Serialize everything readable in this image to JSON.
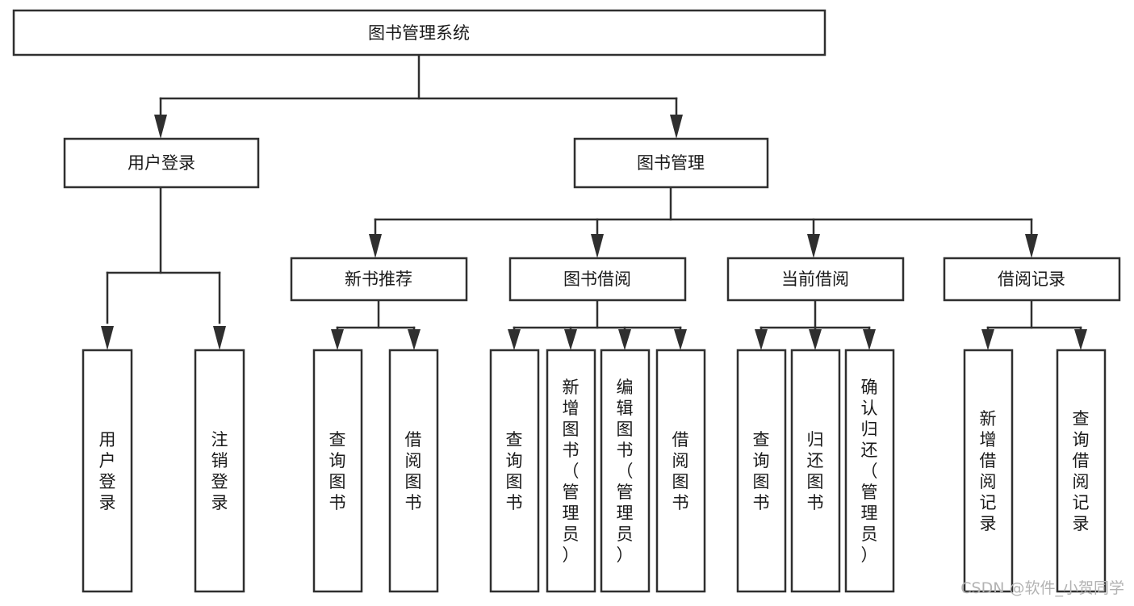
{
  "diagram": {
    "title": "图书管理系统",
    "type": "hierarchy-tree",
    "root": {
      "id": "root",
      "label": "图书管理系统"
    },
    "level1": [
      {
        "id": "user-login",
        "label": "用户登录"
      },
      {
        "id": "book-manage",
        "label": "图书管理"
      }
    ],
    "level2": [
      {
        "id": "new-book-recommend",
        "label": "新书推荐",
        "parent": "book-manage"
      },
      {
        "id": "book-borrow",
        "label": "图书借阅",
        "parent": "book-manage"
      },
      {
        "id": "current-borrow",
        "label": "当前借阅",
        "parent": "book-manage"
      },
      {
        "id": "borrow-record",
        "label": "借阅记录",
        "parent": "book-manage"
      }
    ],
    "leaves": [
      {
        "id": "leaf-user-login",
        "label": "用户登录",
        "parent": "user-login"
      },
      {
        "id": "leaf-logout",
        "label": "注销登录",
        "parent": "user-login"
      },
      {
        "id": "leaf-query-book-1",
        "label": "查询图书",
        "parent": "new-book-recommend"
      },
      {
        "id": "leaf-borrow-book-1",
        "label": "借阅图书",
        "parent": "new-book-recommend"
      },
      {
        "id": "leaf-query-book-2",
        "label": "查询图书",
        "parent": "book-borrow"
      },
      {
        "id": "leaf-add-book",
        "label": "新增图书（管理员）",
        "parent": "book-borrow"
      },
      {
        "id": "leaf-edit-book",
        "label": "编辑图书（管理员）",
        "parent": "book-borrow"
      },
      {
        "id": "leaf-borrow-book-2",
        "label": "借阅图书",
        "parent": "book-borrow"
      },
      {
        "id": "leaf-query-book-3",
        "label": "查询图书",
        "parent": "current-borrow"
      },
      {
        "id": "leaf-return-book",
        "label": "归还图书",
        "parent": "current-borrow"
      },
      {
        "id": "leaf-confirm-return",
        "label": "确认归还（管理员）",
        "parent": "current-borrow"
      },
      {
        "id": "leaf-add-record",
        "label": "新增借阅记录",
        "parent": "borrow-record"
      },
      {
        "id": "leaf-query-record",
        "label": "查询借阅记录",
        "parent": "borrow-record"
      }
    ]
  },
  "watermark": {
    "text": "CSDN @软件_小贺同学"
  },
  "colors": {
    "box_stroke": "#2f2f2f",
    "box_fill": "#ffffff",
    "text": "#1a1a1a",
    "connector": "#2f2f2f",
    "watermark": "#b3b3b3",
    "background": "#ffffff"
  }
}
